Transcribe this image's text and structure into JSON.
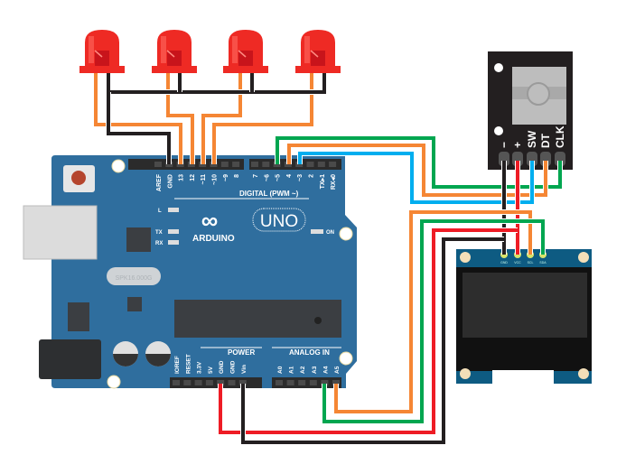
{
  "colors": {
    "board": "#2f6e9e",
    "led": "#ee2a24",
    "wire_orange": "#f58634",
    "wire_black": "#231f20",
    "wire_green": "#00a650",
    "wire_blue": "#00aeef",
    "wire_red": "#ee1c25"
  },
  "arduino": {
    "brand": "ARDUINO",
    "model": "UNO",
    "digital_header_label": "DIGITAL (PWM ~)",
    "digital_pins_left": [
      "AREF",
      "GND",
      "13",
      "12",
      "~11",
      "~10",
      "~9",
      "8"
    ],
    "digital_pins_right": [
      "7",
      "~6",
      "~5",
      "4",
      "~3",
      "2",
      "TX▸1",
      "RX◂0"
    ],
    "led_labels": [
      "L",
      "TX",
      "RX",
      "ON"
    ],
    "crystal": "SPK16.000G",
    "power_label": "POWER",
    "power_pins": [
      "IOREF",
      "RESET",
      "3.3V",
      "5V",
      "GND",
      "GND",
      "Vin"
    ],
    "analog_label": "ANALOG IN",
    "analog_pins": [
      "A0",
      "A1",
      "A2",
      "A3",
      "A4",
      "A5"
    ]
  },
  "encoder": {
    "pins": [
      "−",
      "+",
      "SW",
      "DT",
      "CLK"
    ]
  },
  "oled": {
    "pins": [
      "GND",
      "VCC",
      "SCL",
      "SDA"
    ]
  },
  "leds": [
    {
      "name": "led-1"
    },
    {
      "name": "led-2"
    },
    {
      "name": "led-3"
    },
    {
      "name": "led-4"
    }
  ]
}
